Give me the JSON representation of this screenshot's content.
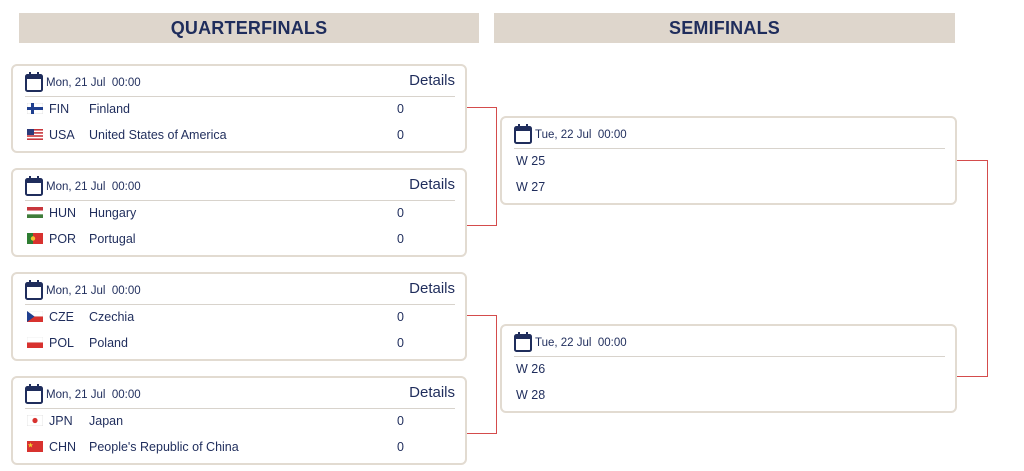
{
  "rounds": {
    "quarterfinals": "QUARTERFINALS",
    "semifinals": "SEMIFINALS"
  },
  "quarterfinals": [
    {
      "date": "Mon, 21 Jul  00:00",
      "details": "Details",
      "teams": [
        {
          "code": "FIN",
          "name": "Finland",
          "score": "0",
          "flag": "fin"
        },
        {
          "code": "USA",
          "name": "United States of America",
          "score": "0",
          "flag": "usa"
        }
      ]
    },
    {
      "date": "Mon, 21 Jul  00:00",
      "details": "Details",
      "teams": [
        {
          "code": "HUN",
          "name": "Hungary",
          "score": "0",
          "flag": "hun"
        },
        {
          "code": "POR",
          "name": "Portugal",
          "score": "0",
          "flag": "por"
        }
      ]
    },
    {
      "date": "Mon, 21 Jul  00:00",
      "details": "Details",
      "teams": [
        {
          "code": "CZE",
          "name": "Czechia",
          "score": "0",
          "flag": "cze"
        },
        {
          "code": "POL",
          "name": "Poland",
          "score": "0",
          "flag": "pol"
        }
      ]
    },
    {
      "date": "Mon, 21 Jul  00:00",
      "details": "Details",
      "teams": [
        {
          "code": "JPN",
          "name": "Japan",
          "score": "0",
          "flag": "jpn"
        },
        {
          "code": "CHN",
          "name": "People's Republic of China",
          "score": "0",
          "flag": "chn"
        }
      ]
    }
  ],
  "semifinals": [
    {
      "date": "Tue, 22 Jul  00:00",
      "teams": [
        "W 25",
        "W 27"
      ]
    },
    {
      "date": "Tue, 22 Jul  00:00",
      "teams": [
        "W 26",
        "W 28"
      ]
    }
  ],
  "colors": {
    "header_bg": "#ded6cc",
    "text": "#1f2d5c",
    "connector": "#d44c4c",
    "card_border": "#e2dbd1"
  },
  "icons": {
    "calendar": "calendar-icon"
  }
}
